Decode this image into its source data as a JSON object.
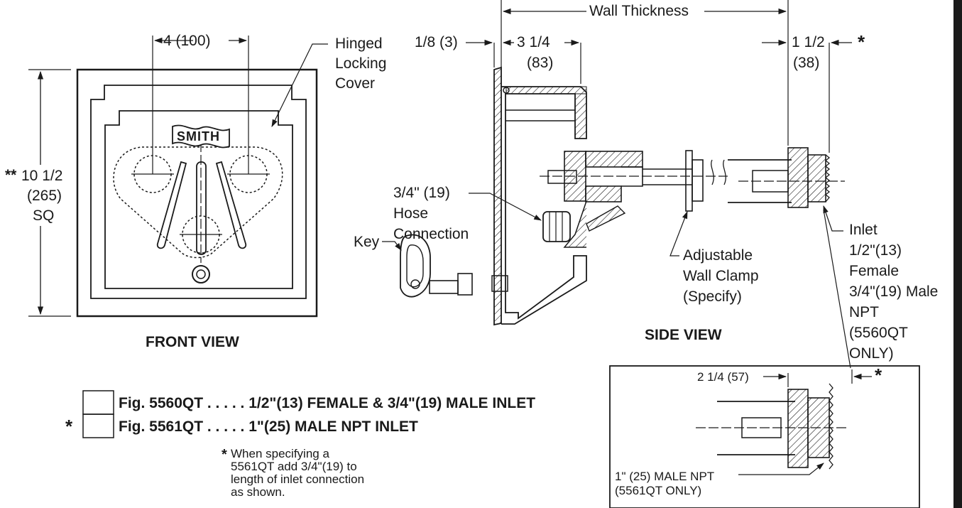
{
  "front": {
    "dim_top": "4 (100)",
    "cover_label": [
      "Hinged",
      "Locking",
      "Cover"
    ],
    "size_stars": "**",
    "size_label": [
      "10 1/2",
      "(265)",
      "SQ"
    ],
    "logo_text": "SMITH",
    "caption": "FRONT VIEW"
  },
  "side": {
    "wall_thickness": "Wall Thickness",
    "dim_flange": "1/8 (3)",
    "dim_depth": [
      "3 1/4",
      "(83)"
    ],
    "dim_inlet": [
      "1 1/2",
      "(38)"
    ],
    "star": "*",
    "hose_label": [
      "3/4\" (19)",
      "Hose",
      "Connection"
    ],
    "key_label": "Key",
    "clamp_label": [
      "Adjustable",
      "Wall Clamp",
      "(Specify)"
    ],
    "inlet_label": [
      "Inlet",
      "1/2\"(13)",
      "Female",
      "3/4\"(19) Male",
      "NPT",
      "(5560QT",
      "ONLY)"
    ],
    "caption": "SIDE VIEW"
  },
  "detail": {
    "dim": "2 1/4 (57)",
    "star": "*",
    "label": [
      "1\" (25) MALE NPT",
      "(5561QT ONLY)"
    ]
  },
  "legend": {
    "items": [
      {
        "star": "",
        "text": "Fig. 5560QT . . . . . 1/2\"(13) FEMALE & 3/4\"(19) MALE INLET"
      },
      {
        "star": "*",
        "text": "Fig. 5561QT . . . . . 1\"(25) MALE NPT INLET"
      }
    ],
    "note_star": "*",
    "note": [
      "When specifying a",
      "5561QT add 3/4\"(19) to",
      "length of inlet connection",
      "as shown."
    ]
  }
}
